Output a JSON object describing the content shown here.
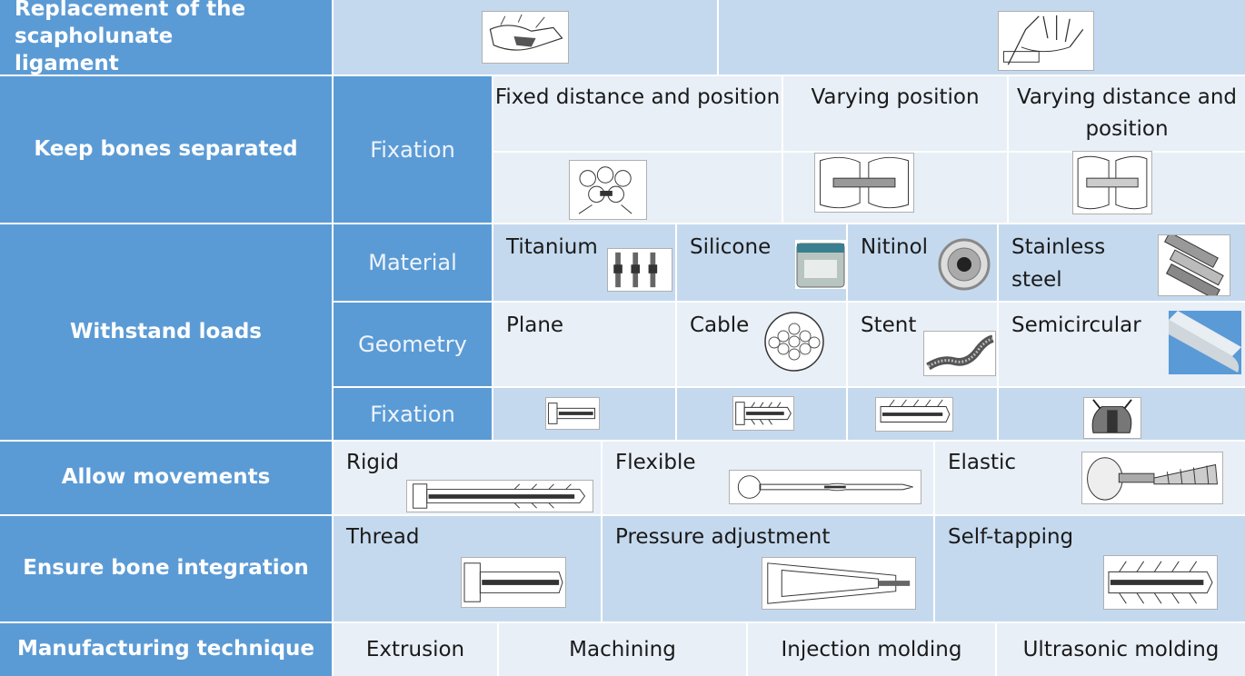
{
  "rows": {
    "replacement": {
      "label": "Replacement of the scapholunate ligament"
    },
    "separated": {
      "label": "Keep bones separated",
      "sub": "Fixation",
      "options": [
        "Fixed distance and position",
        "Varying position",
        "Varying distance and position"
      ]
    },
    "loads": {
      "label": "Withstand loads",
      "material": {
        "label": "Material",
        "options": [
          "Titanium",
          "Silicone",
          "Nitinol",
          "Stainless steel"
        ]
      },
      "geometry": {
        "label": "Geometry",
        "options": [
          "Plane",
          "Cable",
          "Stent",
          "Semicircular"
        ]
      },
      "fixation": {
        "label": "Fixation"
      }
    },
    "movements": {
      "label": "Allow movements",
      "options": [
        "Rigid",
        "Flexible",
        "Elastic"
      ]
    },
    "integration": {
      "label": "Ensure bone integration",
      "options": [
        "Thread",
        "Pressure adjustment",
        "Self-tapping"
      ]
    },
    "manufacturing": {
      "label": "Manufacturing technique",
      "options": [
        "Extrusion",
        "Machining",
        "Injection molding",
        "Ultrasonic molding"
      ]
    }
  },
  "icons": [
    "wrist-surgery-icon",
    "hand-ligament-icon",
    "carpal-bones-icon",
    "bone-spacer-icon",
    "screw-icon",
    "metal-tube-icon",
    "cable-cross-section-icon",
    "stent-icon"
  ],
  "colors": {
    "header_blue": "#5b9bd5",
    "light_blue": "#c5d9ee",
    "pale_blue": "#dce8f4"
  }
}
